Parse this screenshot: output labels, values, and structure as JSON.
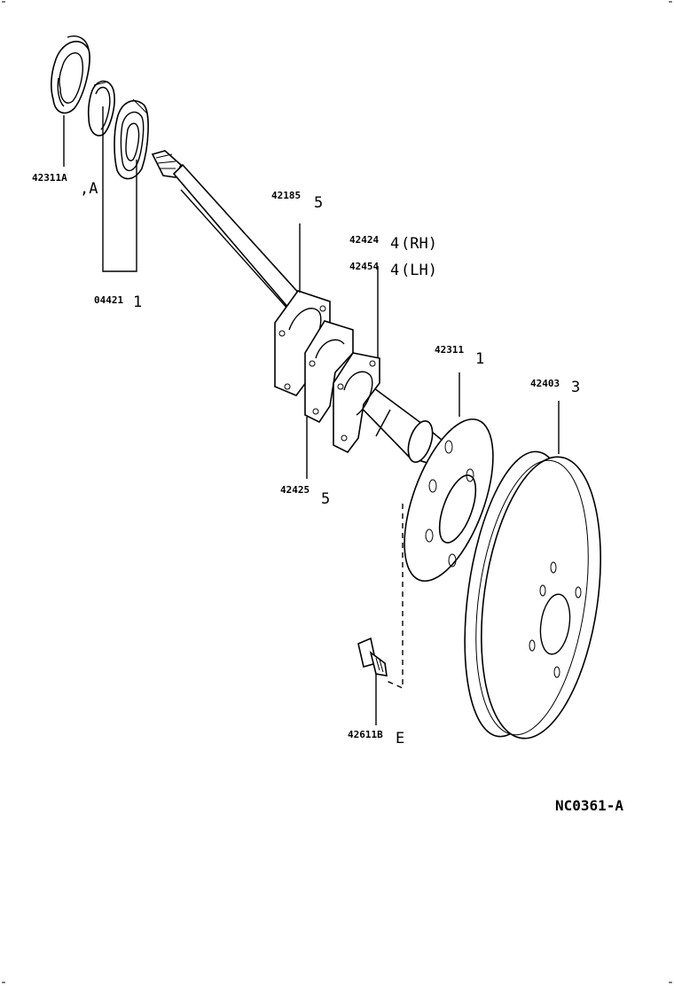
{
  "callouts": [
    {
      "part": "42311A",
      "qty": "",
      "side": ""
    },
    {
      "part": "",
      "qty": ",A",
      "side": ""
    },
    {
      "part": "04421",
      "qty": "1",
      "side": ""
    },
    {
      "part": "42185",
      "qty": "5",
      "side": ""
    },
    {
      "part": "42424",
      "qty": "4",
      "side": "(RH)"
    },
    {
      "part": "42454",
      "qty": "4",
      "side": "(LH)"
    },
    {
      "part": "42311",
      "qty": "1",
      "side": ""
    },
    {
      "part": "42403",
      "qty": "3",
      "side": ""
    },
    {
      "part": "42425",
      "qty": "5",
      "side": ""
    },
    {
      "part": "42611B",
      "qty": "E",
      "side": ""
    }
  ],
  "diagram_code": "NC0361-A"
}
